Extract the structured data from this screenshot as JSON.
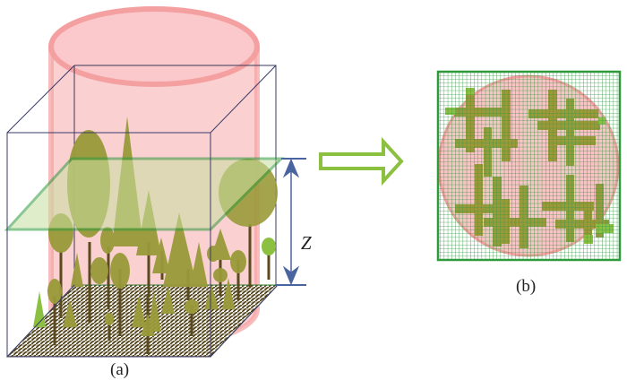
{
  "labels": {
    "panel_a": "(a)",
    "panel_b": "(b)",
    "height_symbol": "Z"
  },
  "colors": {
    "cylinder": "#f7a8a8",
    "tree": "#9a9a3a",
    "tree_light": "#8cc040",
    "plane_edge": "#2e9a3c",
    "arrow": "#8cc040",
    "dimension": "#4a64a0",
    "stem": "#5a4a20"
  }
}
